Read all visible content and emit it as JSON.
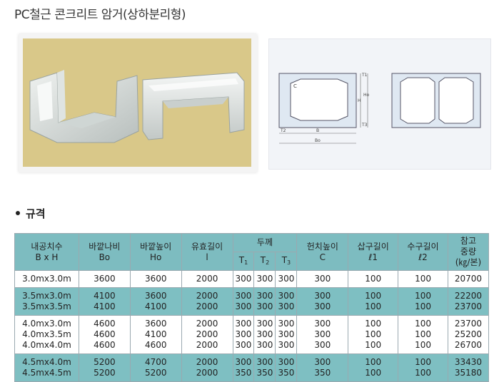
{
  "title": "PC철근 콘크리트 암거(상하분리형)",
  "section_title": "규격",
  "diagram_labels": {
    "c": "C",
    "t1": "T1",
    "t2": "T2",
    "t3": "T3",
    "b": "B",
    "bo": "Bo",
    "h": "H",
    "ho": "Ho"
  },
  "table": {
    "headers": {
      "inner": "내공치수",
      "inner_sub": "B x H",
      "outer_w": "바깥나비",
      "outer_w_sub": "Bo",
      "outer_h": "바깥높이",
      "outer_h_sub": "Ho",
      "length": "유효길이",
      "length_sub": "l",
      "thickness": "두께",
      "t1": "T",
      "t2": "T",
      "t3": "T",
      "t1_sub": "1",
      "t2_sub": "2",
      "t3_sub": "3",
      "haunch": "헌치높이",
      "haunch_sub": "C",
      "insert": "삽구길이",
      "insert_sub": "ℓ1",
      "socket": "수구길이",
      "socket_sub": "ℓ2",
      "weight_1": "참고",
      "weight_2": "중량",
      "weight_3": "(㎏/본)"
    },
    "groups": [
      {
        "style": "white",
        "rows": [
          [
            "3.0mx3.0m",
            "3600",
            "3600",
            "2000",
            "300",
            "300",
            "300",
            "300",
            "100",
            "100",
            "20700"
          ]
        ]
      },
      {
        "style": "green",
        "rows": [
          [
            "3.5mx3.0m",
            "4100",
            "3600",
            "2000",
            "300",
            "300",
            "300",
            "300",
            "100",
            "100",
            "22200"
          ],
          [
            "3.5mx3.5m",
            "4100",
            "4100",
            "2000",
            "300",
            "300",
            "300",
            "300",
            "100",
            "100",
            "23700"
          ]
        ]
      },
      {
        "style": "white",
        "rows": [
          [
            "4.0mx3.0m",
            "4600",
            "3600",
            "2000",
            "300",
            "300",
            "300",
            "300",
            "100",
            "100",
            "23700"
          ],
          [
            "4.0mx3.5m",
            "4600",
            "4100",
            "2000",
            "300",
            "300",
            "300",
            "300",
            "100",
            "100",
            "25200"
          ],
          [
            "4.0mx4.0m",
            "4600",
            "4600",
            "2000",
            "300",
            "300",
            "300",
            "300",
            "100",
            "100",
            "26700"
          ]
        ]
      },
      {
        "style": "green",
        "rows": [
          [
            "4.5mx4.0m",
            "5200",
            "4700",
            "2000",
            "300",
            "300",
            "300",
            "300",
            "100",
            "100",
            "33430"
          ],
          [
            "4.5mx4.5m",
            "5200",
            "5200",
            "2000",
            "350",
            "350",
            "350",
            "350",
            "100",
            "100",
            "35180"
          ]
        ]
      }
    ]
  }
}
